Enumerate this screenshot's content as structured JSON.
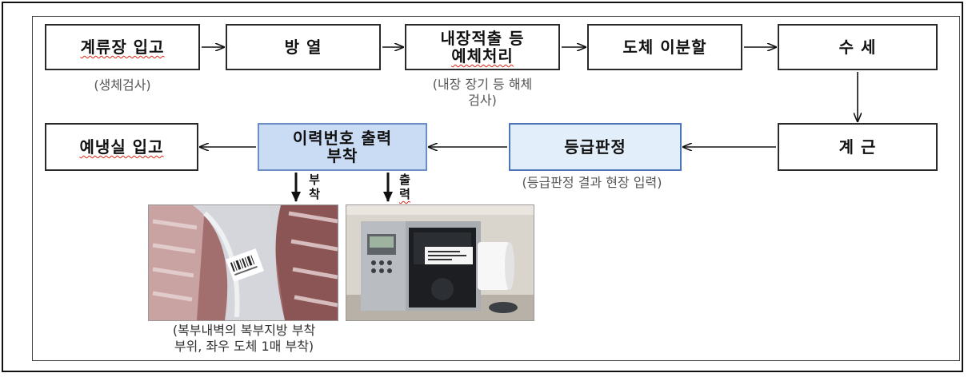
{
  "boxes": {
    "b1": "계류장 입고",
    "b2": "방 열",
    "b3_line1": "내장적출 등",
    "b3_line2": "예체처리",
    "b4": "도체 이분할",
    "b5": "수 세",
    "b6": "계 근",
    "b7": "등급판정",
    "b8_line1": "이력번호 출력",
    "b8_line2": "부착",
    "b9": "예냉실 입고"
  },
  "notes": {
    "n1": "(생체검사)",
    "n3_line1": "(내장 장기 등 해체",
    "n3_line2": "검사)",
    "n7": "(등급판정 결과 현장 입력)",
    "photo1_line1": "(복부내벽의 복부지방 부착",
    "photo1_line2": "부위, 좌우 도체 1매 부착)"
  },
  "labels": {
    "attach_1": "부",
    "attach_2": "착",
    "print_1": "출",
    "print_2": "력"
  },
  "colors": {
    "border": "#2a2a2a",
    "highlight_fill": "#e3eefb",
    "highlight_border": "#4d78b8"
  },
  "icons": {
    "photo1": "carcass-label-photo",
    "photo2": "label-printer-photo"
  }
}
